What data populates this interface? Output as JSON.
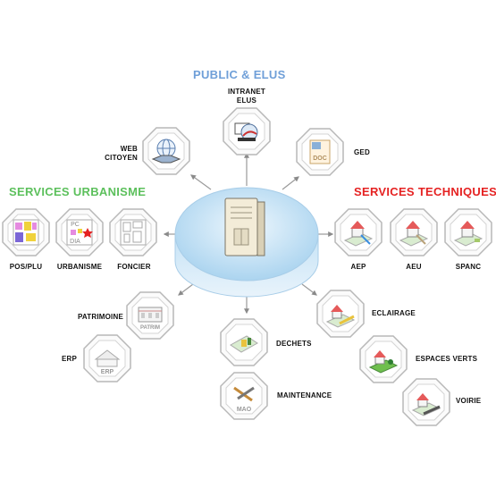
{
  "headings": {
    "public": {
      "text": "PUBLIC & ELUS",
      "color": "#6f9fd8"
    },
    "urbanisme": {
      "text": "SERVICES URBANISME",
      "color": "#5cc05c"
    },
    "techniques": {
      "text": "SERVICES TECHNIQUES",
      "color": "#e52222"
    }
  },
  "modules": {
    "intranet": {
      "label_line1": "INTRANET",
      "label_line2": "ELUS",
      "icon": "intranet-icon"
    },
    "web": {
      "label_line1": "WEB",
      "label_line2": "CITOYEN",
      "icon": "globe-icon"
    },
    "ged": {
      "label": "GED",
      "icon_text": "DOC",
      "icon": "document-icon"
    },
    "pos": {
      "label": "POS/PLU",
      "icon": "zoning-map-icon"
    },
    "urbanisme": {
      "label": "URBANISME",
      "icon_text_1": "PC",
      "icon_text_2": "DIA",
      "icon": "permit-map-icon"
    },
    "foncier": {
      "label": "FONCIER",
      "icon": "parcel-map-icon"
    },
    "aep": {
      "label": "AEP",
      "icon": "water-supply-icon"
    },
    "aeu": {
      "label": "AEU",
      "icon": "wastewater-icon"
    },
    "spanc": {
      "label": "SPANC",
      "icon": "septic-icon"
    },
    "patrimoine": {
      "label": "PATRIMOINE",
      "icon_text": "PATRIM",
      "icon": "heritage-icon"
    },
    "erp": {
      "label": "ERP",
      "icon_text": "ERP",
      "icon": "public-building-icon"
    },
    "dechets": {
      "label": "DECHETS",
      "icon": "waste-icon"
    },
    "maintenance": {
      "label": "MAINTENANCE",
      "icon_text": "MAO",
      "icon": "tools-icon"
    },
    "eclairage": {
      "label": "ECLAIRAGE",
      "icon": "street-lighting-icon"
    },
    "espaces_verts": {
      "label": "ESPACES VERTS",
      "icon": "green-space-icon"
    },
    "voirie": {
      "label": "VOIRIE",
      "icon": "road-icon"
    }
  },
  "hub": {
    "icon": "server-icon",
    "color": "#bfe0f6"
  }
}
